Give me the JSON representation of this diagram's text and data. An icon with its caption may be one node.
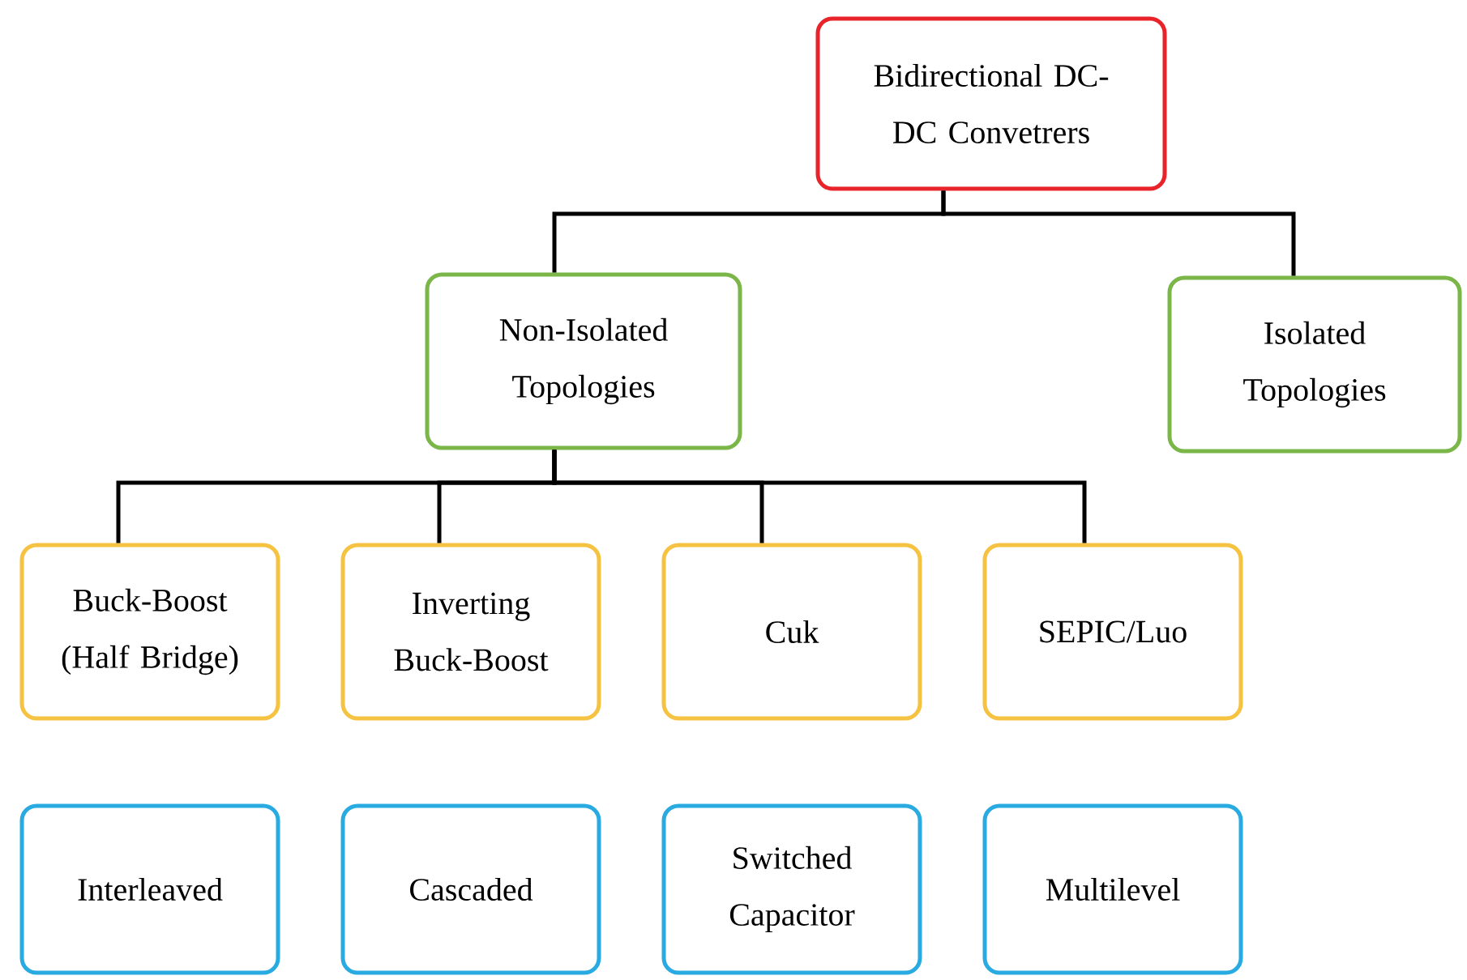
{
  "diagram": {
    "nodes": [
      {
        "text": [
          "Bidirectional DC-DC Convetrers"
        ]
      },
      {
        "text": [
          "Non-Isolated Topologies"
        ]
      },
      {
        "text": [
          "Isolated Topologies"
        ]
      },
      {
        "text": [
          "Buck-Boost (Half Bridge)"
        ]
      },
      {
        "text": [
          "Inverting Buck-Boost"
        ]
      },
      {
        "text": [
          "Cuk"
        ]
      },
      {
        "text": [
          "SEPIC/Luo"
        ]
      },
      {
        "text": [
          "Interleaved"
        ]
      },
      {
        "text": [
          "Cascaded"
        ]
      },
      {
        "text": [
          "Switched Capacitor"
        ]
      },
      {
        "text": [
          "Multilevel"
        ]
      }
    ],
    "edges": [
      {
        "from": 0,
        "to": 1,
        "arrow": "none"
      },
      {
        "from": 0,
        "to": 2,
        "arrow": "none"
      },
      {
        "from": 1,
        "to": 3,
        "arrow": "none"
      },
      {
        "from": 1,
        "to": 4,
        "arrow": "none"
      },
      {
        "from": 1,
        "to": 5,
        "arrow": "none"
      },
      {
        "from": 1,
        "to": 6,
        "arrow": "none"
      }
    ]
  }
}
